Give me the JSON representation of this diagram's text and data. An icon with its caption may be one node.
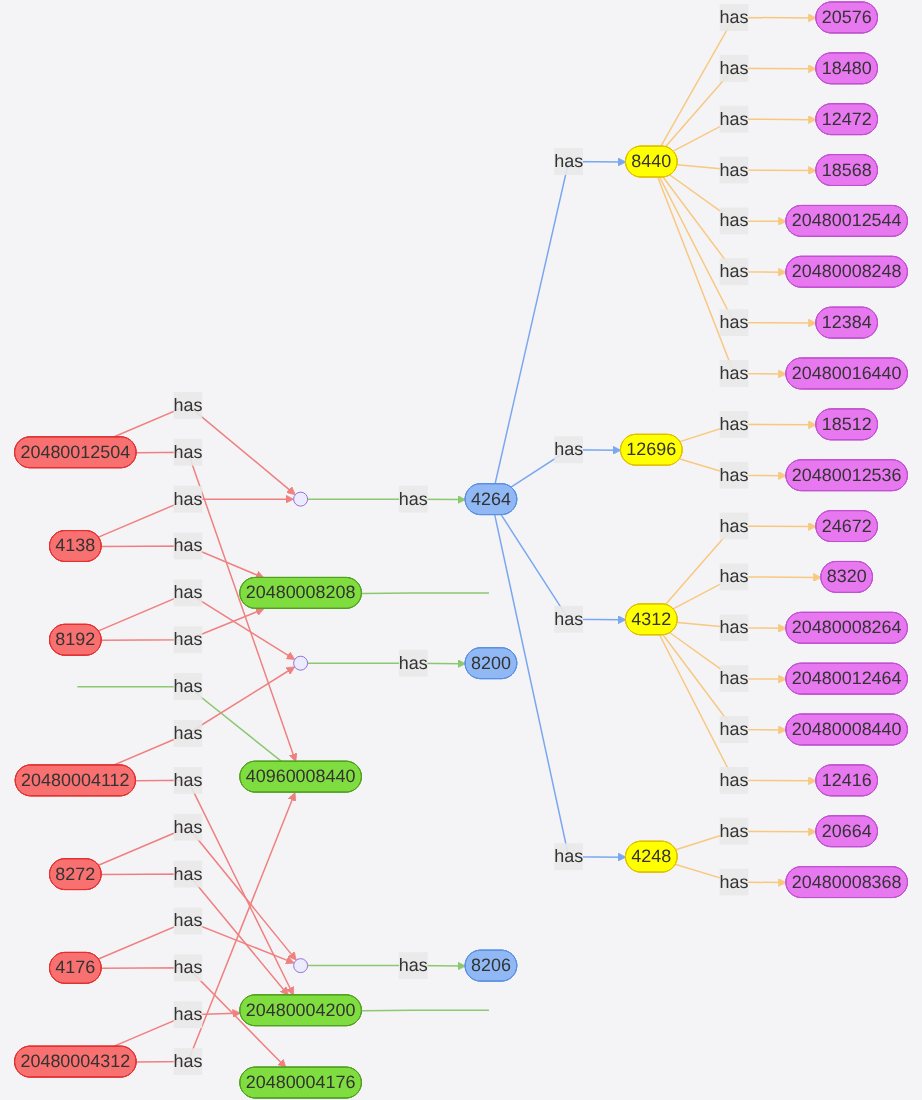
{
  "diagram": {
    "nodes": [
      {
        "text": [
          "4264"
        ]
      },
      {
        "text": [
          "8440"
        ]
      },
      {
        "text": [
          "12696"
        ]
      },
      {
        "text": [
          "4312"
        ]
      },
      {
        "text": [
          "4248"
        ]
      },
      {
        "text": [
          "20576"
        ]
      },
      {
        "text": [
          "18480"
        ]
      },
      {
        "text": [
          "12472"
        ]
      },
      {
        "text": [
          "18568"
        ]
      },
      {
        "text": [
          "20480012544"
        ]
      },
      {
        "text": [
          "20480008248"
        ]
      },
      {
        "text": [
          "12384"
        ]
      },
      {
        "text": [
          "20480016440"
        ]
      },
      {
        "text": [
          "18512"
        ]
      },
      {
        "text": [
          "20480012536"
        ]
      },
      {
        "text": [
          "24672"
        ]
      },
      {
        "text": [
          "8320"
        ]
      },
      {
        "text": [
          "20480008264"
        ]
      },
      {
        "text": [
          "20480012464"
        ]
      },
      {
        "text": [
          "20480008440"
        ]
      },
      {
        "text": [
          "12416"
        ]
      },
      {
        "text": [
          "20664"
        ]
      },
      {
        "text": [
          "20480008368"
        ]
      },
      {
        "text": [
          "8200"
        ]
      },
      {
        "text": [
          "8206"
        ]
      },
      {
        "text": [],
        "shape": "circle"
      },
      {
        "text": [],
        "shape": "circle"
      },
      {
        "text": [],
        "shape": "circle"
      },
      {
        "text": [
          "40960008440"
        ]
      },
      {
        "text": [
          "20480008208"
        ]
      },
      {
        "text": [
          "20480004200"
        ]
      },
      {
        "text": [
          "20480004176"
        ]
      },
      {
        "text": [
          "20480012504"
        ]
      },
      {
        "text": [
          "4138"
        ]
      },
      {
        "text": [
          "8192"
        ]
      },
      {
        "text": [
          "20480004112"
        ]
      },
      {
        "text": [
          "20480004312"
        ]
      },
      {
        "text": [
          "8272"
        ]
      },
      {
        "text": [
          "4176"
        ]
      }
    ],
    "edges": [
      {
        "from": 0,
        "to": 1,
        "arrow": "to",
        "label": "has",
        "color": "#7aa7f0"
      },
      {
        "from": 0,
        "to": 2,
        "arrow": "to",
        "label": "has",
        "color": "#7aa7f0"
      },
      {
        "from": 0,
        "to": 3,
        "arrow": "to",
        "label": "has",
        "color": "#7aa7f0"
      },
      {
        "from": 0,
        "to": 4,
        "arrow": "to",
        "label": "has",
        "color": "#7aa7f0"
      },
      {
        "from": 1,
        "to": 5,
        "arrow": "to",
        "label": "has",
        "color": "#f8c880"
      },
      {
        "from": 1,
        "to": 6,
        "arrow": "to",
        "label": "has",
        "color": "#f8c880"
      },
      {
        "from": 1,
        "to": 7,
        "arrow": "to",
        "label": "has",
        "color": "#f8c880"
      },
      {
        "from": 1,
        "to": 8,
        "arrow": "to",
        "label": "has",
        "color": "#f8c880"
      },
      {
        "from": 1,
        "to": 9,
        "arrow": "to",
        "label": "has",
        "color": "#f8c880"
      },
      {
        "from": 1,
        "to": 10,
        "arrow": "to",
        "label": "has",
        "color": "#f8c880"
      },
      {
        "from": 1,
        "to": 11,
        "arrow": "to",
        "label": "has",
        "color": "#f8c880"
      },
      {
        "from": 1,
        "to": 12,
        "arrow": "to",
        "label": "has",
        "color": "#f8c880"
      },
      {
        "from": 2,
        "to": 13,
        "arrow": "to",
        "label": "has",
        "color": "#f8c880"
      },
      {
        "from": 2,
        "to": 14,
        "arrow": "to",
        "label": "has",
        "color": "#f8c880"
      },
      {
        "from": 3,
        "to": 15,
        "arrow": "to",
        "label": "has",
        "color": "#f8c880"
      },
      {
        "from": 3,
        "to": 16,
        "arrow": "to",
        "label": "has",
        "color": "#f8c880"
      },
      {
        "from": 3,
        "to": 17,
        "arrow": "to",
        "label": "has",
        "color": "#f8c880"
      },
      {
        "from": 3,
        "to": 18,
        "arrow": "to",
        "label": "has",
        "color": "#f8c880"
      },
      {
        "from": 3,
        "to": 19,
        "arrow": "to",
        "label": "has",
        "color": "#f8c880"
      },
      {
        "from": 3,
        "to": 20,
        "arrow": "to",
        "label": "has",
        "color": "#f8c880"
      },
      {
        "from": 4,
        "to": 21,
        "arrow": "to",
        "label": "has",
        "color": "#f8c880"
      },
      {
        "from": 4,
        "to": 22,
        "arrow": "to",
        "label": "has",
        "color": "#f8c880"
      },
      {
        "from": 25,
        "to": 0,
        "arrow": "to",
        "label": "has",
        "color": "#8cc870"
      },
      {
        "from": 26,
        "to": 23,
        "arrow": "to",
        "label": "has",
        "color": "#8cc870"
      },
      {
        "from": 27,
        "to": 24,
        "arrow": "to",
        "label": "has",
        "color": "#8cc870"
      },
      {
        "from": null,
        "to": 28,
        "arrow": "none",
        "label": "has",
        "color": "#8cc870"
      },
      {
        "from": 29,
        "to": null,
        "arrow": "none",
        "color": "#8cc870"
      },
      {
        "from": 30,
        "to": null,
        "arrow": "none",
        "color": "#8cc870"
      },
      {
        "from": 32,
        "to": 25,
        "arrow": "to",
        "label": "has"
      },
      {
        "from": 32,
        "to": 28,
        "arrow": "to",
        "label": "has"
      },
      {
        "from": 33,
        "to": 25,
        "arrow": "to",
        "label": "has"
      },
      {
        "from": 33,
        "to": 29,
        "arrow": "to",
        "label": "has"
      },
      {
        "from": 34,
        "to": 26,
        "arrow": "to",
        "label": "has"
      },
      {
        "from": 34,
        "to": 29,
        "arrow": "to",
        "label": "has"
      },
      {
        "from": 35,
        "to": 26,
        "arrow": "to",
        "label": "has"
      },
      {
        "from": 35,
        "to": 30,
        "arrow": "to",
        "label": "has"
      },
      {
        "from": 36,
        "to": 30,
        "arrow": "to",
        "label": "has"
      },
      {
        "from": 36,
        "to": 28,
        "arrow": "to",
        "label": "has"
      },
      {
        "from": 37,
        "to": 27,
        "arrow": "to",
        "label": "has"
      },
      {
        "from": 37,
        "to": 30,
        "arrow": "to",
        "label": "has"
      },
      {
        "from": 38,
        "to": 27,
        "arrow": "to",
        "label": "has"
      },
      {
        "from": 38,
        "to": 31,
        "arrow": "to",
        "label": "has"
      }
    ]
  }
}
